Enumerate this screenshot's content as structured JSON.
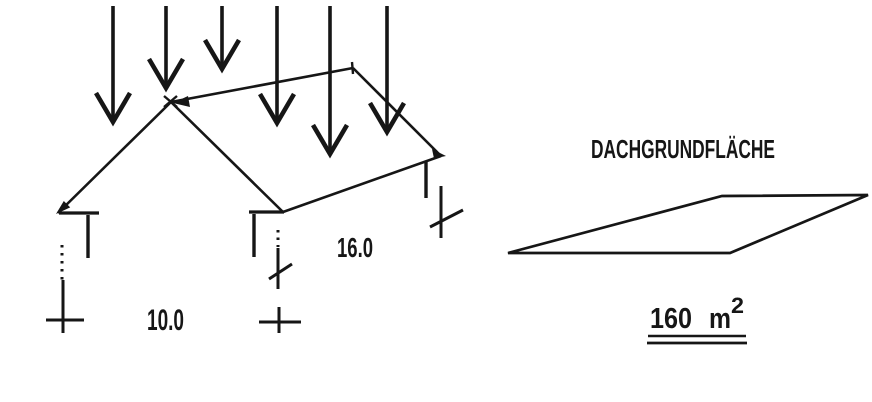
{
  "diagram": {
    "background": "#ffffff",
    "ink": "#161616",
    "roof_load_view": {
      "description_semantic": "gable roof in perspective with vertical load arrows",
      "load_arrow_count": 6,
      "width_dimension": "10.0",
      "length_dimension": "16.0"
    },
    "roof_plan_view": {
      "title": "DACHGRUNDFLÄCHE",
      "area_value": "160",
      "area_unit": "m",
      "area_exponent": "2"
    }
  }
}
